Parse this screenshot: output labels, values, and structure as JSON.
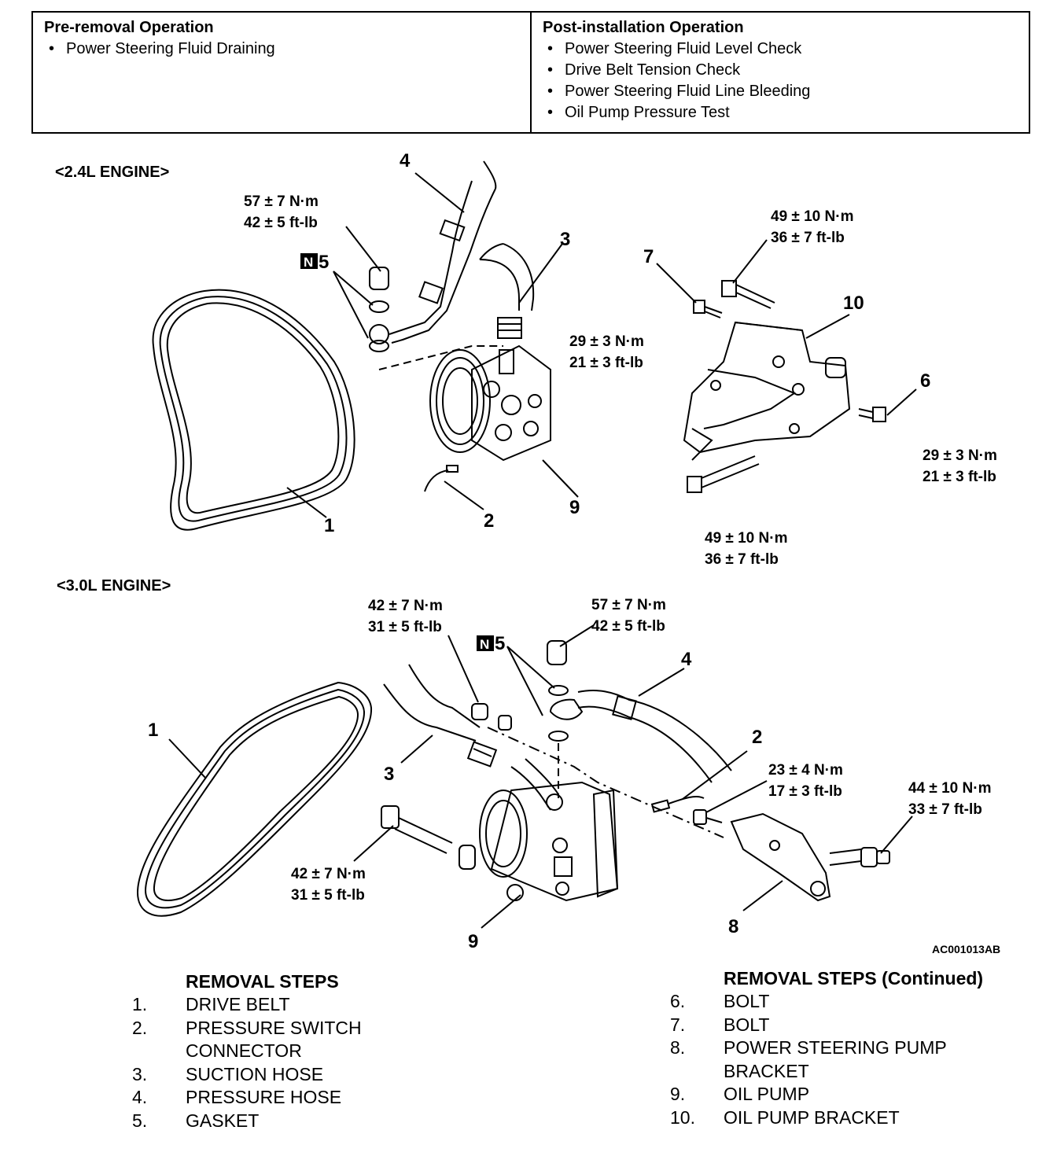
{
  "ops": {
    "pre_title": "Pre-removal Operation",
    "pre_items": [
      "Power Steering Fluid Draining"
    ],
    "post_title": "Post-installation Operation",
    "post_items": [
      "Power Steering Fluid Level Check",
      "Drive Belt Tension Check",
      "Power Steering Fluid Line Bleeding",
      "Oil Pump Pressure Test"
    ]
  },
  "diagram": {
    "engine24": {
      "title": "<2.4L ENGINE>",
      "callouts": [
        "1",
        "2",
        "3",
        "4",
        "5",
        "6",
        "7",
        "9",
        "10"
      ],
      "torques": [
        {
          "nm": "57 ± 7 N·m",
          "ftlb": "42 ± 5 ft-lb"
        },
        {
          "nm": "49 ± 10 N·m",
          "ftlb": "36 ± 7 ft-lb"
        },
        {
          "nm": "29 ± 3 N·m",
          "ftlb": "21 ± 3 ft-lb"
        },
        {
          "nm": "29 ± 3 N·m",
          "ftlb": "21 ± 3 ft-lb"
        },
        {
          "nm": "49 ± 10 N·m",
          "ftlb": "36 ± 7 ft-lb"
        }
      ]
    },
    "engine30": {
      "title": "<3.0L ENGINE>",
      "callouts": [
        "1",
        "2",
        "3",
        "4",
        "5",
        "8",
        "9"
      ],
      "torques": [
        {
          "nm": "42 ± 7 N·m",
          "ftlb": "31 ± 5 ft-lb"
        },
        {
          "nm": "57 ± 7 N·m",
          "ftlb": "42 ± 5 ft-lb"
        },
        {
          "nm": "23 ± 4 N·m",
          "ftlb": "17 ± 3 ft-lb"
        },
        {
          "nm": "44 ± 10 N·m",
          "ftlb": "33 ± 7 ft-lb"
        },
        {
          "nm": "42 ± 7 N·m",
          "ftlb": "31 ± 5 ft-lb"
        }
      ]
    },
    "new_part_badge": "N",
    "figure_code": "AC001013AB"
  },
  "steps_left": {
    "title": "REMOVAL STEPS",
    "items": [
      {
        "num": "1.",
        "text": "DRIVE BELT"
      },
      {
        "num": "2.",
        "text": "PRESSURE SWITCH"
      },
      {
        "num": "",
        "text": "CONNECTOR"
      },
      {
        "num": "3.",
        "text": "SUCTION HOSE"
      },
      {
        "num": "4.",
        "text": "PRESSURE HOSE"
      },
      {
        "num": "5.",
        "text": "GASKET"
      }
    ]
  },
  "steps_right": {
    "title": "REMOVAL STEPS (Continued)",
    "items": [
      {
        "num": "6.",
        "text": "BOLT"
      },
      {
        "num": "7.",
        "text": "BOLT"
      },
      {
        "num": "8.",
        "text": "POWER STEERING PUMP"
      },
      {
        "num": "",
        "text": "BRACKET"
      },
      {
        "num": "9.",
        "text": "OIL PUMP"
      },
      {
        "num": "10.",
        "text": "OIL PUMP BRACKET"
      }
    ]
  }
}
